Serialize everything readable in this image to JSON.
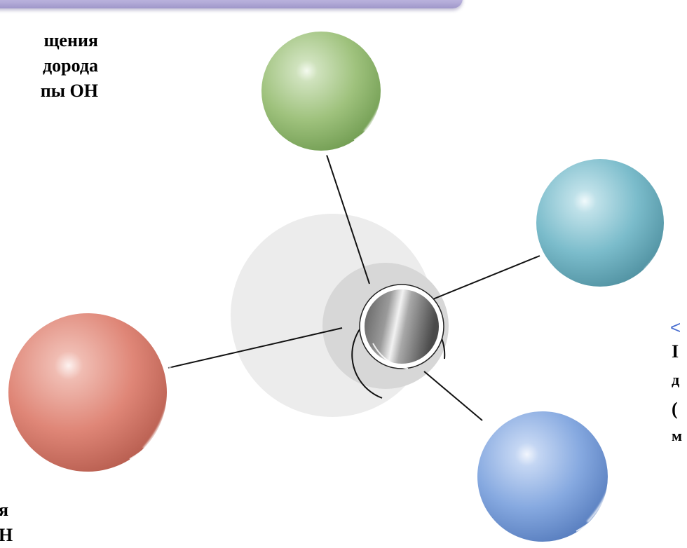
{
  "header": {
    "bar_color": "#b4acd9"
  },
  "left_text_top": {
    "lines": [
      "щения",
      "дорода",
      "пы ОН"
    ]
  },
  "left_text_bottom": {
    "lines": [
      "я",
      "Н"
    ]
  },
  "right_text": {
    "bracket": "<",
    "lines": [
      "I",
      "д",
      "(",
      "м"
    ]
  },
  "diagram": {
    "center_atom": "gray",
    "atoms": [
      {
        "name": "green-sphere",
        "color": "#9fc27d"
      },
      {
        "name": "teal-sphere",
        "color": "#7bbccb"
      },
      {
        "name": "blue-sphere",
        "color": "#86a9e0"
      },
      {
        "name": "red-sphere",
        "color": "#df8677"
      }
    ]
  }
}
